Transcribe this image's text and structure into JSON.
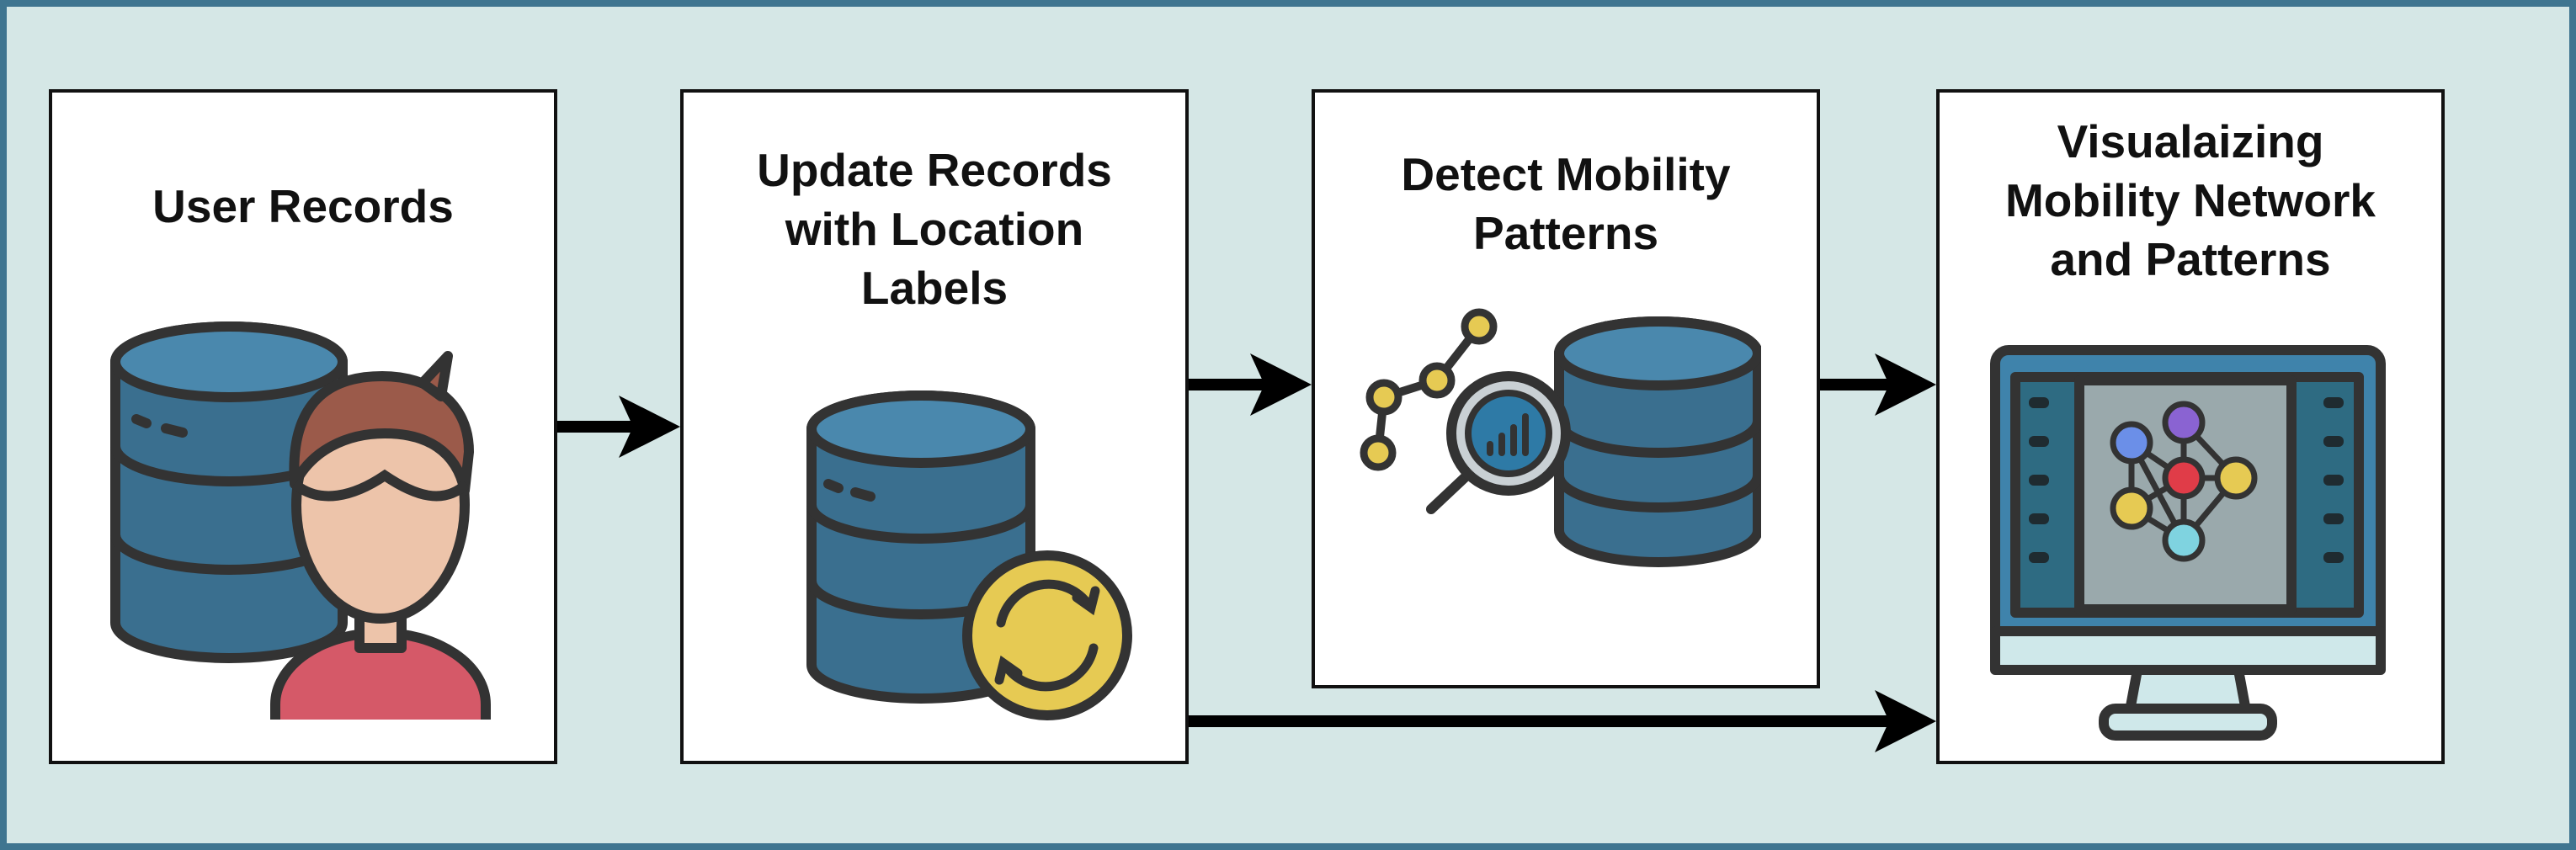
{
  "steps": [
    {
      "title": "User Records"
    },
    {
      "title": "Update Records\nwith Location\nLabels"
    },
    {
      "title": "Detect Mobility\nPatterns"
    },
    {
      "title": "Visualaizing\nMobility Network\nand Patterns"
    }
  ],
  "colors": {
    "background": "#d5e7e6",
    "frame_border": "#3f7590",
    "database_blue": "#4a88ad",
    "database_dark": "#3a6f8f",
    "outline": "#333333",
    "accent_yellow": "#e6ca53",
    "skin": "#edc4aa",
    "hair": "#9b5a4a",
    "shirt": "#d55968",
    "node_red": "#e03c48",
    "node_purple": "#8a63d2",
    "node_blue": "#6b8fe8",
    "node_cyan": "#7fd3e0"
  },
  "icons": [
    "database-user-icon",
    "database-sync-icon",
    "database-analytics-icon",
    "monitor-network-icon"
  ]
}
